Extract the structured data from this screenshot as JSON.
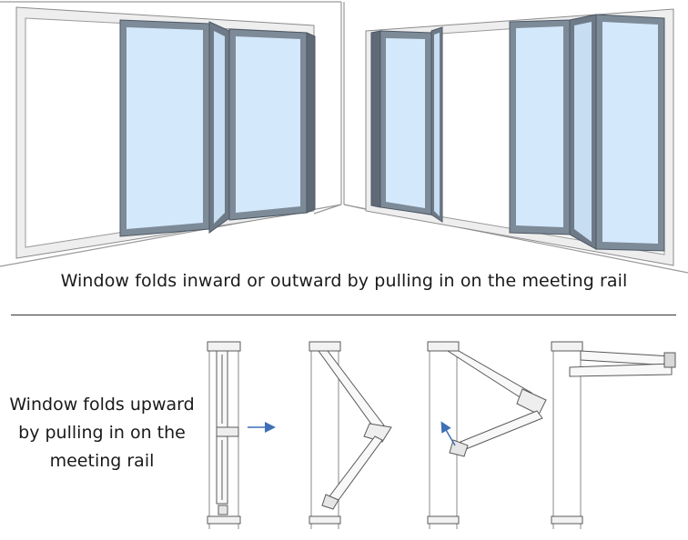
{
  "captions": {
    "top": "Window folds inward or outward by pulling in on the meeting rail",
    "bottom_line1": "Window folds upward",
    "bottom_line2": "by pulling in on the",
    "bottom_line3": "meeting rail"
  },
  "colors": {
    "frame": "#7d8a98",
    "frame_dark": "#4e5864",
    "glass": "#d4e8fb",
    "wall": "#e4e4e4",
    "arrow": "#3f6fb5",
    "line": "#5a5a5a"
  }
}
